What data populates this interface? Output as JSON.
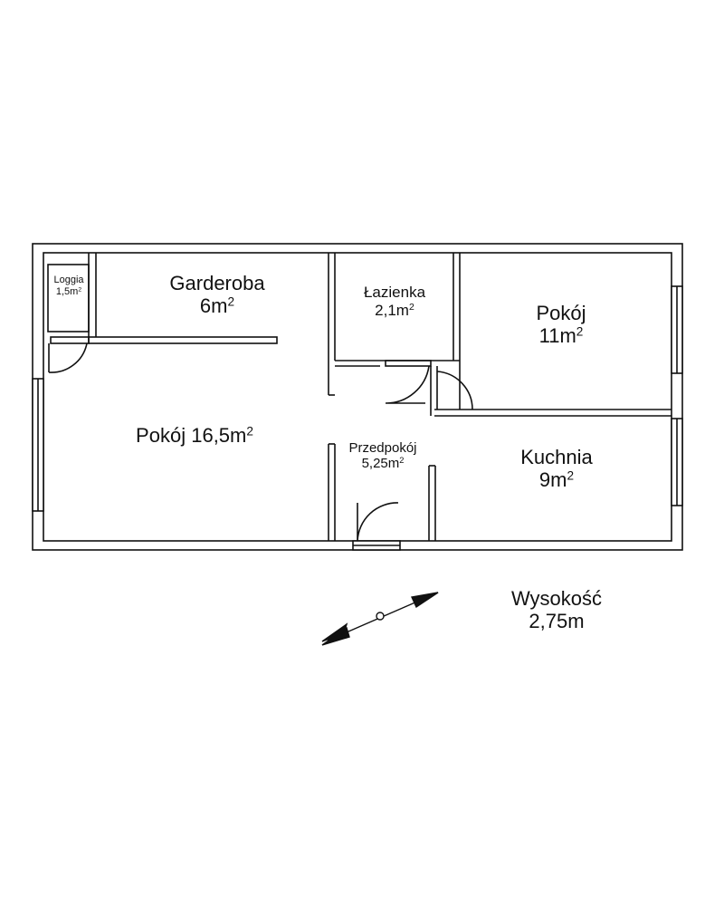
{
  "rooms": {
    "loggia": {
      "name": "Loggia",
      "area": "1,5m",
      "unit_sup": "2"
    },
    "garderoba": {
      "name": "Garderoba",
      "area": "6m",
      "unit_sup": "2"
    },
    "lazienka": {
      "name": "Łazienka",
      "area": "2,1m",
      "unit_sup": "2"
    },
    "pokoj_small": {
      "name": "Pokój",
      "area": "11m",
      "unit_sup": "2"
    },
    "pokoj_large": {
      "name": "Pokój",
      "area": "16,5m",
      "unit_sup": "2"
    },
    "przedpokoj": {
      "name": "Przedpokój",
      "area": "5,25m",
      "unit_sup": "2"
    },
    "kuchnia": {
      "name": "Kuchnia",
      "area": "9m",
      "unit_sup": "2"
    }
  },
  "height": {
    "label": "Wysokość",
    "value": "2,75m"
  },
  "colors": {
    "wall": "#111111",
    "background": "#ffffff"
  },
  "icons": {
    "compass": "north-arrow-icon"
  }
}
